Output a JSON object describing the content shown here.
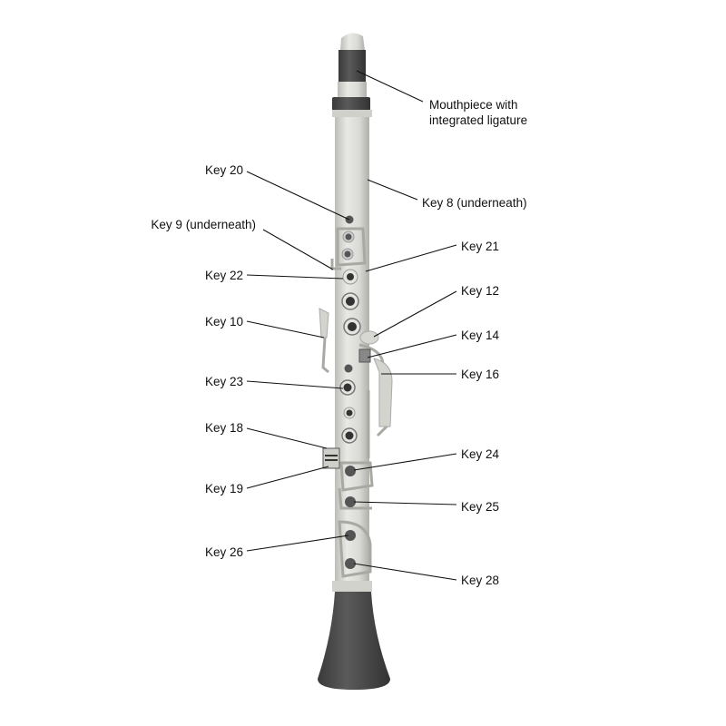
{
  "labels": {
    "mouthpiece_line1": "Mouthpiece with",
    "mouthpiece_line2": "integrated ligature",
    "key20": "Key 20",
    "key8": "Key 8 (underneath)",
    "key9": "Key 9 (underneath)",
    "key21": "Key 21",
    "key22": "Key 22",
    "key12": "Key 12",
    "key10": "Key 10",
    "key14": "Key 14",
    "key16": "Key 16",
    "key23": "Key 23",
    "key18": "Key 18",
    "key19": "Key 19",
    "key24": "Key 24",
    "key25": "Key 25",
    "key26": "Key 26",
    "key28": "Key 28"
  },
  "colors": {
    "body": "#dcdcd8",
    "dark_parts": "#4a4a4a",
    "leader_lines": "#111111"
  }
}
